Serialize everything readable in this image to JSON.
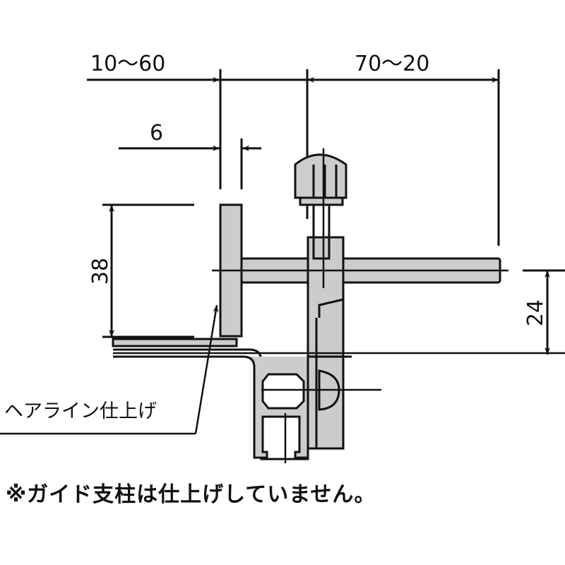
{
  "diagram": {
    "type": "technical-drawing",
    "colors": {
      "line": "#111111",
      "fill": "#cccccc",
      "background": "#ffffff"
    },
    "dimensions": {
      "top_left": "10～60",
      "top_right": "70～20",
      "thickness": "6",
      "height_left": "38",
      "height_right": "24"
    },
    "callout": {
      "label": "ヘアライン仕上げ"
    },
    "footnote": "※ガイド支柱は仕上げしていません。"
  }
}
